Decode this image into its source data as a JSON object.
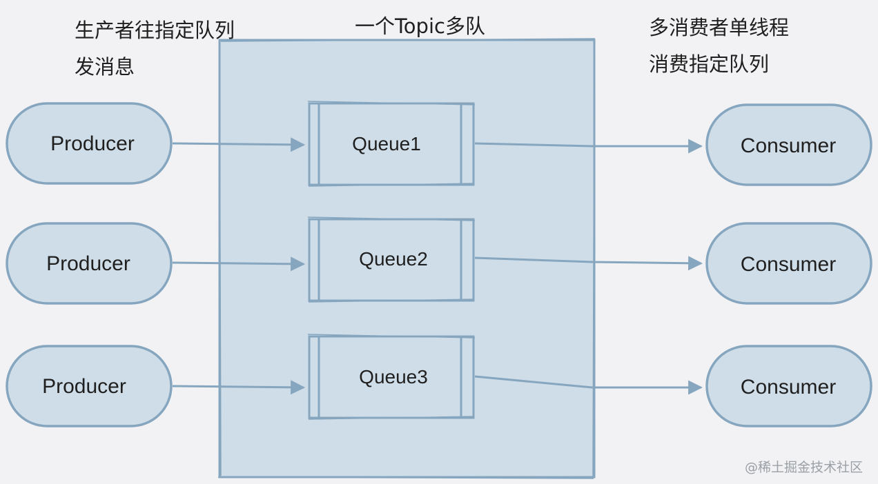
{
  "labels": {
    "producer_note_line1": "生产者往指定队列",
    "producer_note_line2": "发消息",
    "topic_title": "一个Topic多队",
    "consumer_note_line1": "多消费者单线程",
    "consumer_note_line2": "消费指定队列"
  },
  "producers": [
    "Producer",
    "Producer",
    "Producer"
  ],
  "queues": [
    "Queue1",
    "Queue2",
    "Queue3"
  ],
  "consumers": [
    "Consumer",
    "Consumer",
    "Consumer"
  ],
  "watermark": "@稀土掘金技术社区",
  "colors": {
    "fill": "#cfdde8",
    "stroke": "#86a6bf",
    "background": "#f2f2f4",
    "text": "#1f1f1f"
  }
}
